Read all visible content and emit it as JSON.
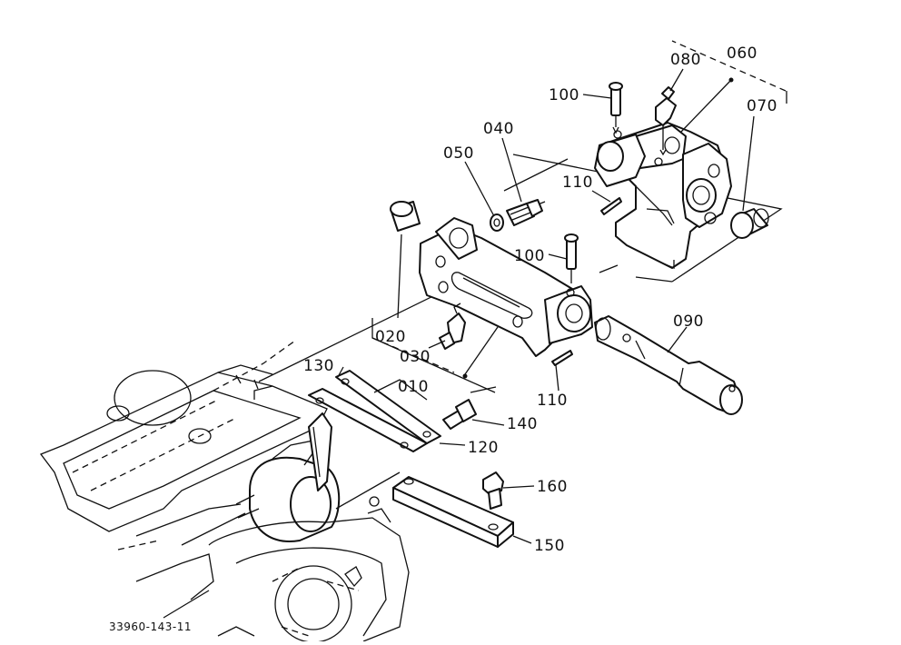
{
  "labels": {
    "p010": "010",
    "p020": "020",
    "p030": "030",
    "p040": "040",
    "p050": "050",
    "p060": "060",
    "p070": "070",
    "p080": "080",
    "p090": "090",
    "p100a": "100",
    "p100b": "100",
    "p110a": "110",
    "p110b": "110",
    "p120": "120",
    "p130": "130",
    "p140": "140",
    "p150": "150",
    "p160": "160"
  },
  "drawing_code": "33960-143-11"
}
